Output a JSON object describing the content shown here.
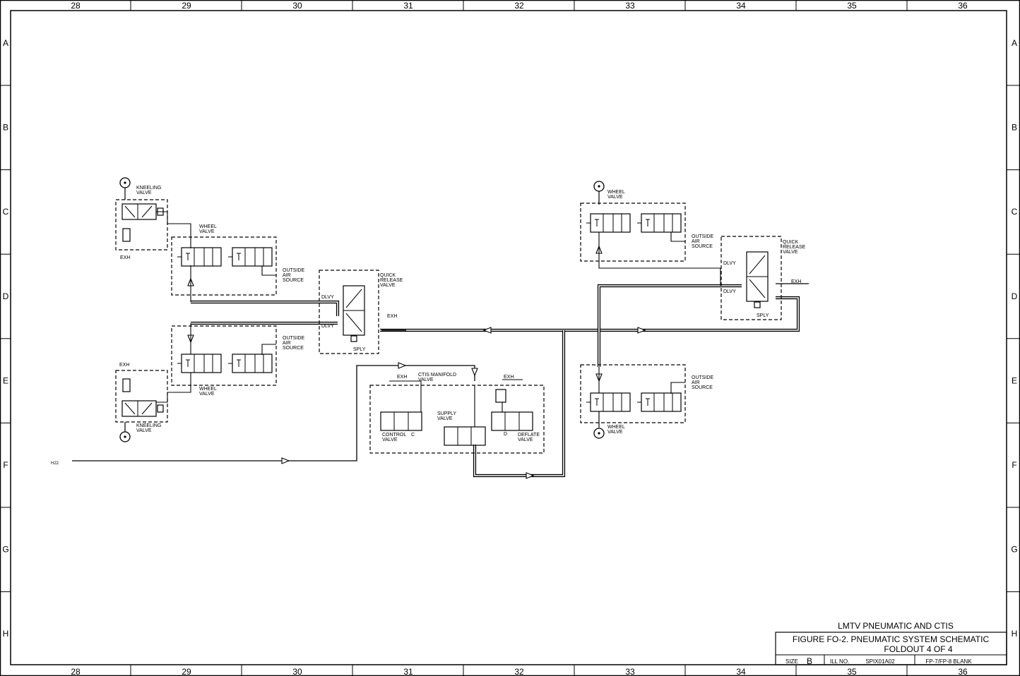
{
  "zones": {
    "columns": [
      "28",
      "29",
      "30",
      "31",
      "32",
      "33",
      "34",
      "35",
      "36"
    ],
    "rows": [
      "A",
      "B",
      "C",
      "D",
      "E",
      "F",
      "G",
      "H"
    ]
  },
  "labels": {
    "kneeling_valve": "KNEELING\nVALVE",
    "wheel_valve": "WHEEL\nVALVE",
    "outside_air_source": "OUTSIDE\nAIR\nSOURCE",
    "quick_release_valve": "QUICK\nRELEASE\nVALVE",
    "exh": "EXH",
    "dlvy": "DLVY",
    "sply": "SPLY",
    "ctis_manifold_valve": "CTIS MANIFOLD\nVALVE",
    "supply_valve": "SUPPLY\nVALVE",
    "control_valve": "CONTROL\nVALVE",
    "deflate_valve": "DEFLATE\nVALVE",
    "port_c": "C",
    "port_d": "D",
    "h22": "H22"
  },
  "title_block": {
    "title": "LMTV PNEUMATIC AND CTIS",
    "figure": "FIGURE FO-2. PNEUMATIC SYSTEM SCHEMATIC",
    "foldout": "FOLDOUT 4 OF 4",
    "size_label": "SIZE",
    "size": "B",
    "ill_label": "ILL NO.",
    "ill_no": "SPIX01A02",
    "page": "FP-7/FP-8 BLANK"
  },
  "colors": {
    "ink": "#000000",
    "paper": "#ffffff"
  }
}
